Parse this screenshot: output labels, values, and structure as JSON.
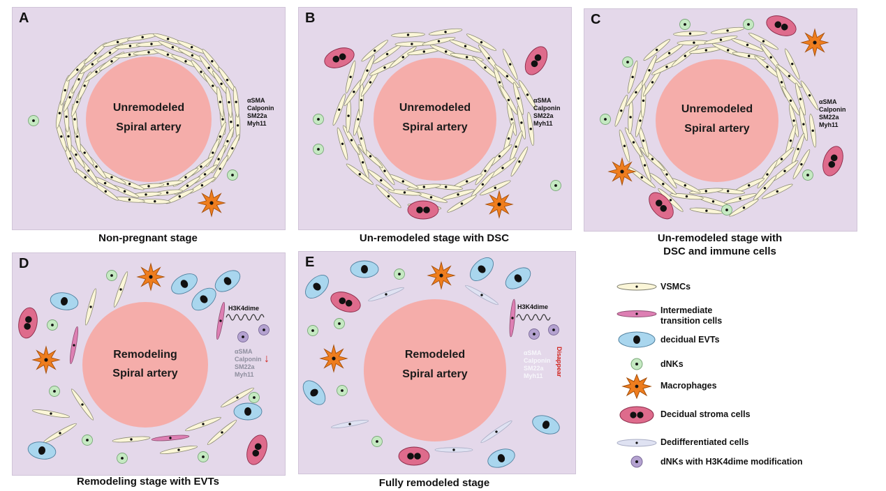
{
  "panels": [
    {
      "letter": "A",
      "artery": [
        "Unremodeled",
        "Spiral artery"
      ],
      "markers": [
        "αSMA",
        "Calponin",
        "SM22a",
        "Myh11"
      ],
      "caption": "Non-pregnant stage"
    },
    {
      "letter": "B",
      "artery": [
        "Unremodeled",
        "Spiral artery"
      ],
      "markers": [
        "αSMA",
        "Calponin",
        "SM22a",
        "Myh11"
      ],
      "caption": "Un-remodeled stage with DSC"
    },
    {
      "letter": "C",
      "artery": [
        "Unremodeled",
        "Spiral artery"
      ],
      "markers": [
        "αSMA",
        "Calponin",
        "SM22a",
        "Myh11"
      ],
      "caption": "Un-remodeled stage with\nDSC and immune cells"
    },
    {
      "letter": "D",
      "artery": [
        "Remodeling",
        "Spiral artery"
      ],
      "markers": [
        "αSMA",
        "Calponin",
        "SM22a",
        "Myh11"
      ],
      "h3k": "H3K4dime",
      "caption": "Remodeling stage with EVTs"
    },
    {
      "letter": "E",
      "artery": [
        "Remodeled",
        "Spiral artery"
      ],
      "markers": [
        "αSMA",
        "Calponin",
        "SM22a",
        "Myh11"
      ],
      "h3k": "H3K4dime",
      "note": "Disappear",
      "caption": "Fully remodeled stage"
    }
  ],
  "legend": [
    {
      "icon": "vsmc-icon",
      "label": "VSMCs"
    },
    {
      "icon": "intermediate-cell-icon",
      "label": "Intermediate\ntransition cells"
    },
    {
      "icon": "evt-icon",
      "label": "decidual EVTs"
    },
    {
      "icon": "dnk-icon",
      "label": "dNKs"
    },
    {
      "icon": "macrophage-icon",
      "label": "Macrophages"
    },
    {
      "icon": "dsc-icon",
      "label": "Decidual stroma cells"
    },
    {
      "icon": "dedifferentiated-cell-icon",
      "label": "Dedifferentiated cells"
    },
    {
      "icon": "dnk-h3k4-icon",
      "label": "dNKs with H3K4dime modification"
    }
  ],
  "colors": {
    "panel_bg": "#e4d8ea",
    "artery": "#f5adaa",
    "vsmc": "#fbf6d8",
    "dsc": "#de6b8c",
    "evt": "#a9d6ee",
    "dnk": "#c5e9c2",
    "macrophage": "#ee7d1e",
    "intermediate": "#dd7fb3",
    "dedifferentiated": "#dfe2f2",
    "dnk_h3k4": "#b4a2d0",
    "warning": "#d0211b"
  }
}
